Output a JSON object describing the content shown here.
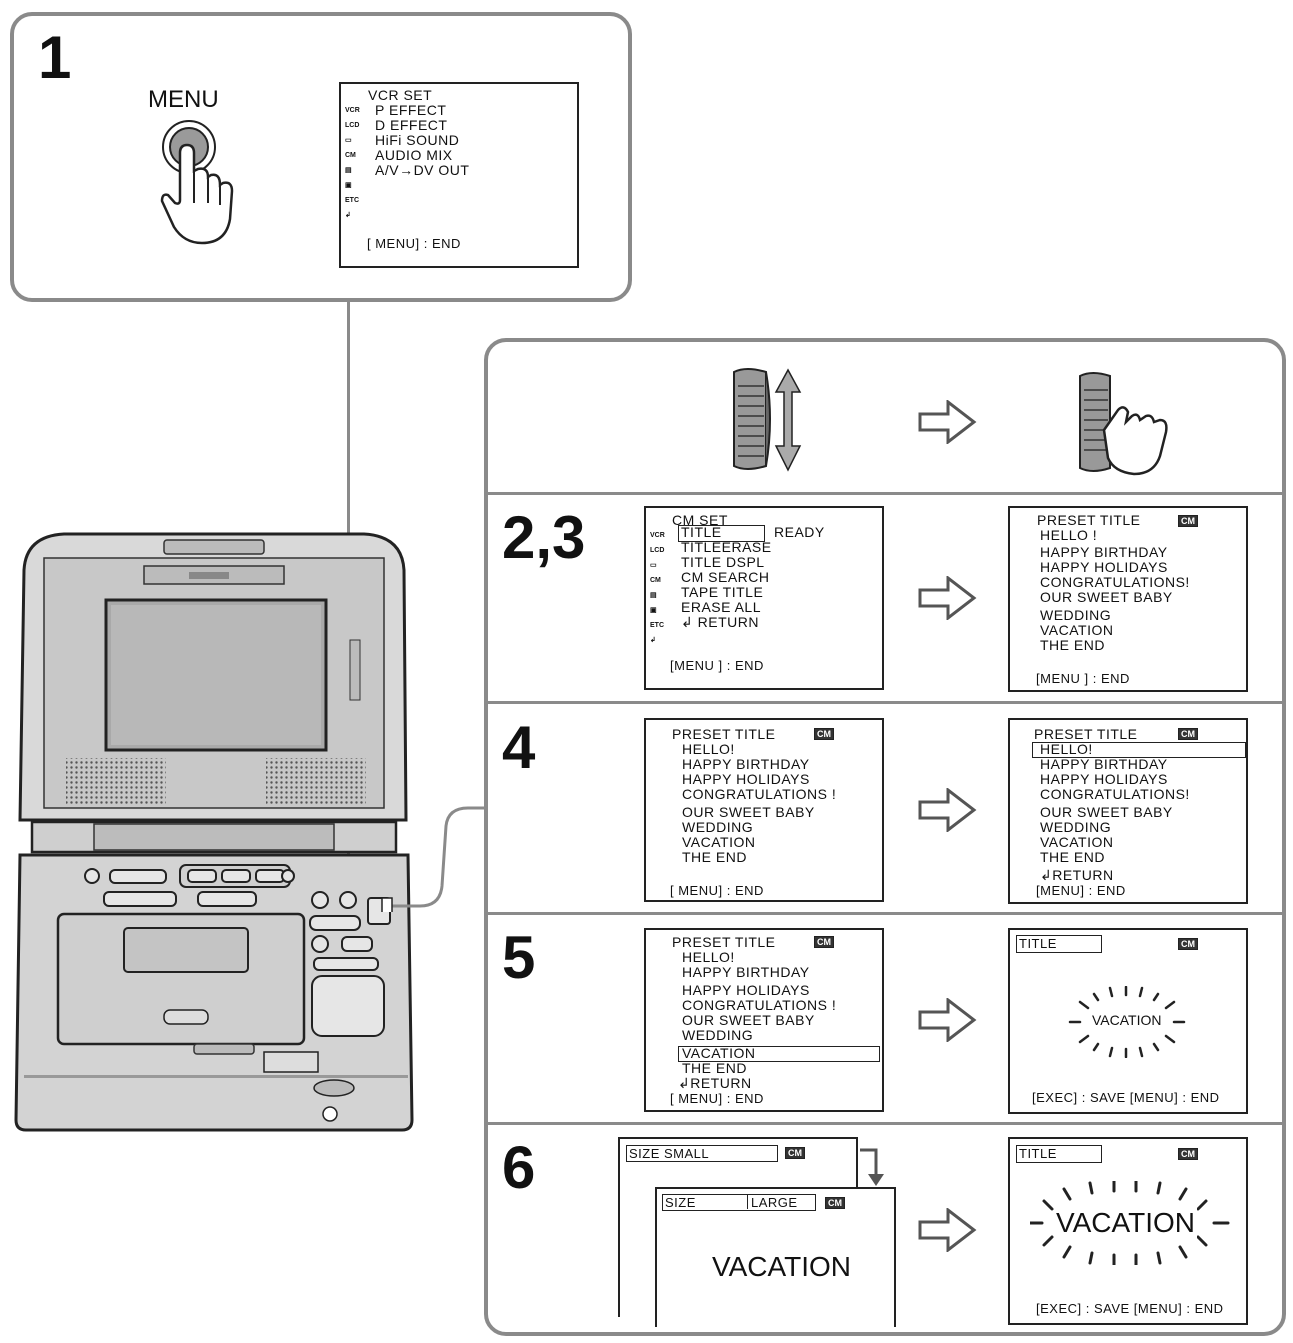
{
  "step1": {
    "number": "1",
    "button_label": "MENU",
    "screen": {
      "title": "VCR SET",
      "items": [
        "P EFFECT",
        "D EFFECT",
        "HiFi SOUND",
        "AUDIO MIX",
        "A/V→DV OUT"
      ],
      "icons": [
        "VCR",
        "LCD",
        "▭",
        "CM",
        "▤",
        "▣",
        "ETC",
        "↲"
      ],
      "footer": "[ MENU] : END"
    }
  },
  "dial_row": {},
  "step23": {
    "number": "2,3",
    "screen_left": {
      "title": "CM SET",
      "selected": "TITLE",
      "selected_status": "READY",
      "items": [
        "TITLEERASE",
        "TITLE DSPL",
        "CM SEARCH",
        "TAPE TITLE",
        "ERASE ALL",
        "↲ RETURN"
      ],
      "icons": [
        "VCR",
        "LCD",
        "▭",
        "CM",
        "▤",
        "▣",
        "ETC",
        "↲"
      ],
      "footer": "[MENU ] : END"
    },
    "screen_right": {
      "title": "PRESET TITLE",
      "tag": "CM",
      "items": [
        "HELLO !",
        "HAPPY BIRTHDAY",
        "HAPPY HOLIDAYS",
        "CONGRATULATIONS!",
        "OUR SWEET BABY",
        "WEDDING",
        "VACATION",
        "THE END"
      ],
      "footer": "[MENU ] : END"
    }
  },
  "step4": {
    "number": "4",
    "screen_left": {
      "title": "PRESET TITLE",
      "tag": "CM",
      "items": [
        "HELLO!",
        "HAPPY BIRTHDAY",
        "HAPPY HOLIDAYS",
        "CONGRATULATIONS !",
        "OUR SWEET BABY",
        "WEDDING",
        "VACATION",
        "THE END"
      ],
      "footer": "[ MENU] : END"
    },
    "screen_right": {
      "title": "PRESET TITLE",
      "tag": "CM",
      "items": [
        "HELLO!",
        "HAPPY BIRTHDAY",
        "HAPPY HOLIDAYS",
        "CONGRATULATIONS!",
        "OUR SWEET BABY",
        "WEDDING",
        "VACATION",
        "THE END",
        "↲RETURN"
      ],
      "footer": "[MENU] : END"
    }
  },
  "step5": {
    "number": "5",
    "screen_left": {
      "title": "PRESET TITLE",
      "tag": "CM",
      "items": [
        "HELLO!",
        "HAPPY BIRTHDAY",
        "HAPPY HOLIDAYS",
        "CONGRATULATIONS !",
        "OUR SWEET BABY",
        "WEDDING",
        "VACATION",
        "THE END",
        "↲RETURN"
      ],
      "footer": "[ MENU] : END"
    },
    "screen_right": {
      "title": "TITLE",
      "tag": "CM",
      "text": "VACATION",
      "footer": "[EXEC] : SAVE  [MENU] : END"
    }
  },
  "step6": {
    "number": "6",
    "screen_back": {
      "label": "SIZE SMALL",
      "tag": "CM"
    },
    "screen_front": {
      "label": "SIZE",
      "value": "LARGE",
      "tag": "CM",
      "text": "VACATION"
    },
    "screen_right": {
      "title": "TITLE",
      "tag": "CM",
      "text": "VACATION",
      "footer": "[EXEC] : SAVE  [MENU] : END"
    }
  },
  "colors": {
    "outline": "#8a8a8a",
    "ink": "#111111",
    "device": "#cfcfcf"
  }
}
